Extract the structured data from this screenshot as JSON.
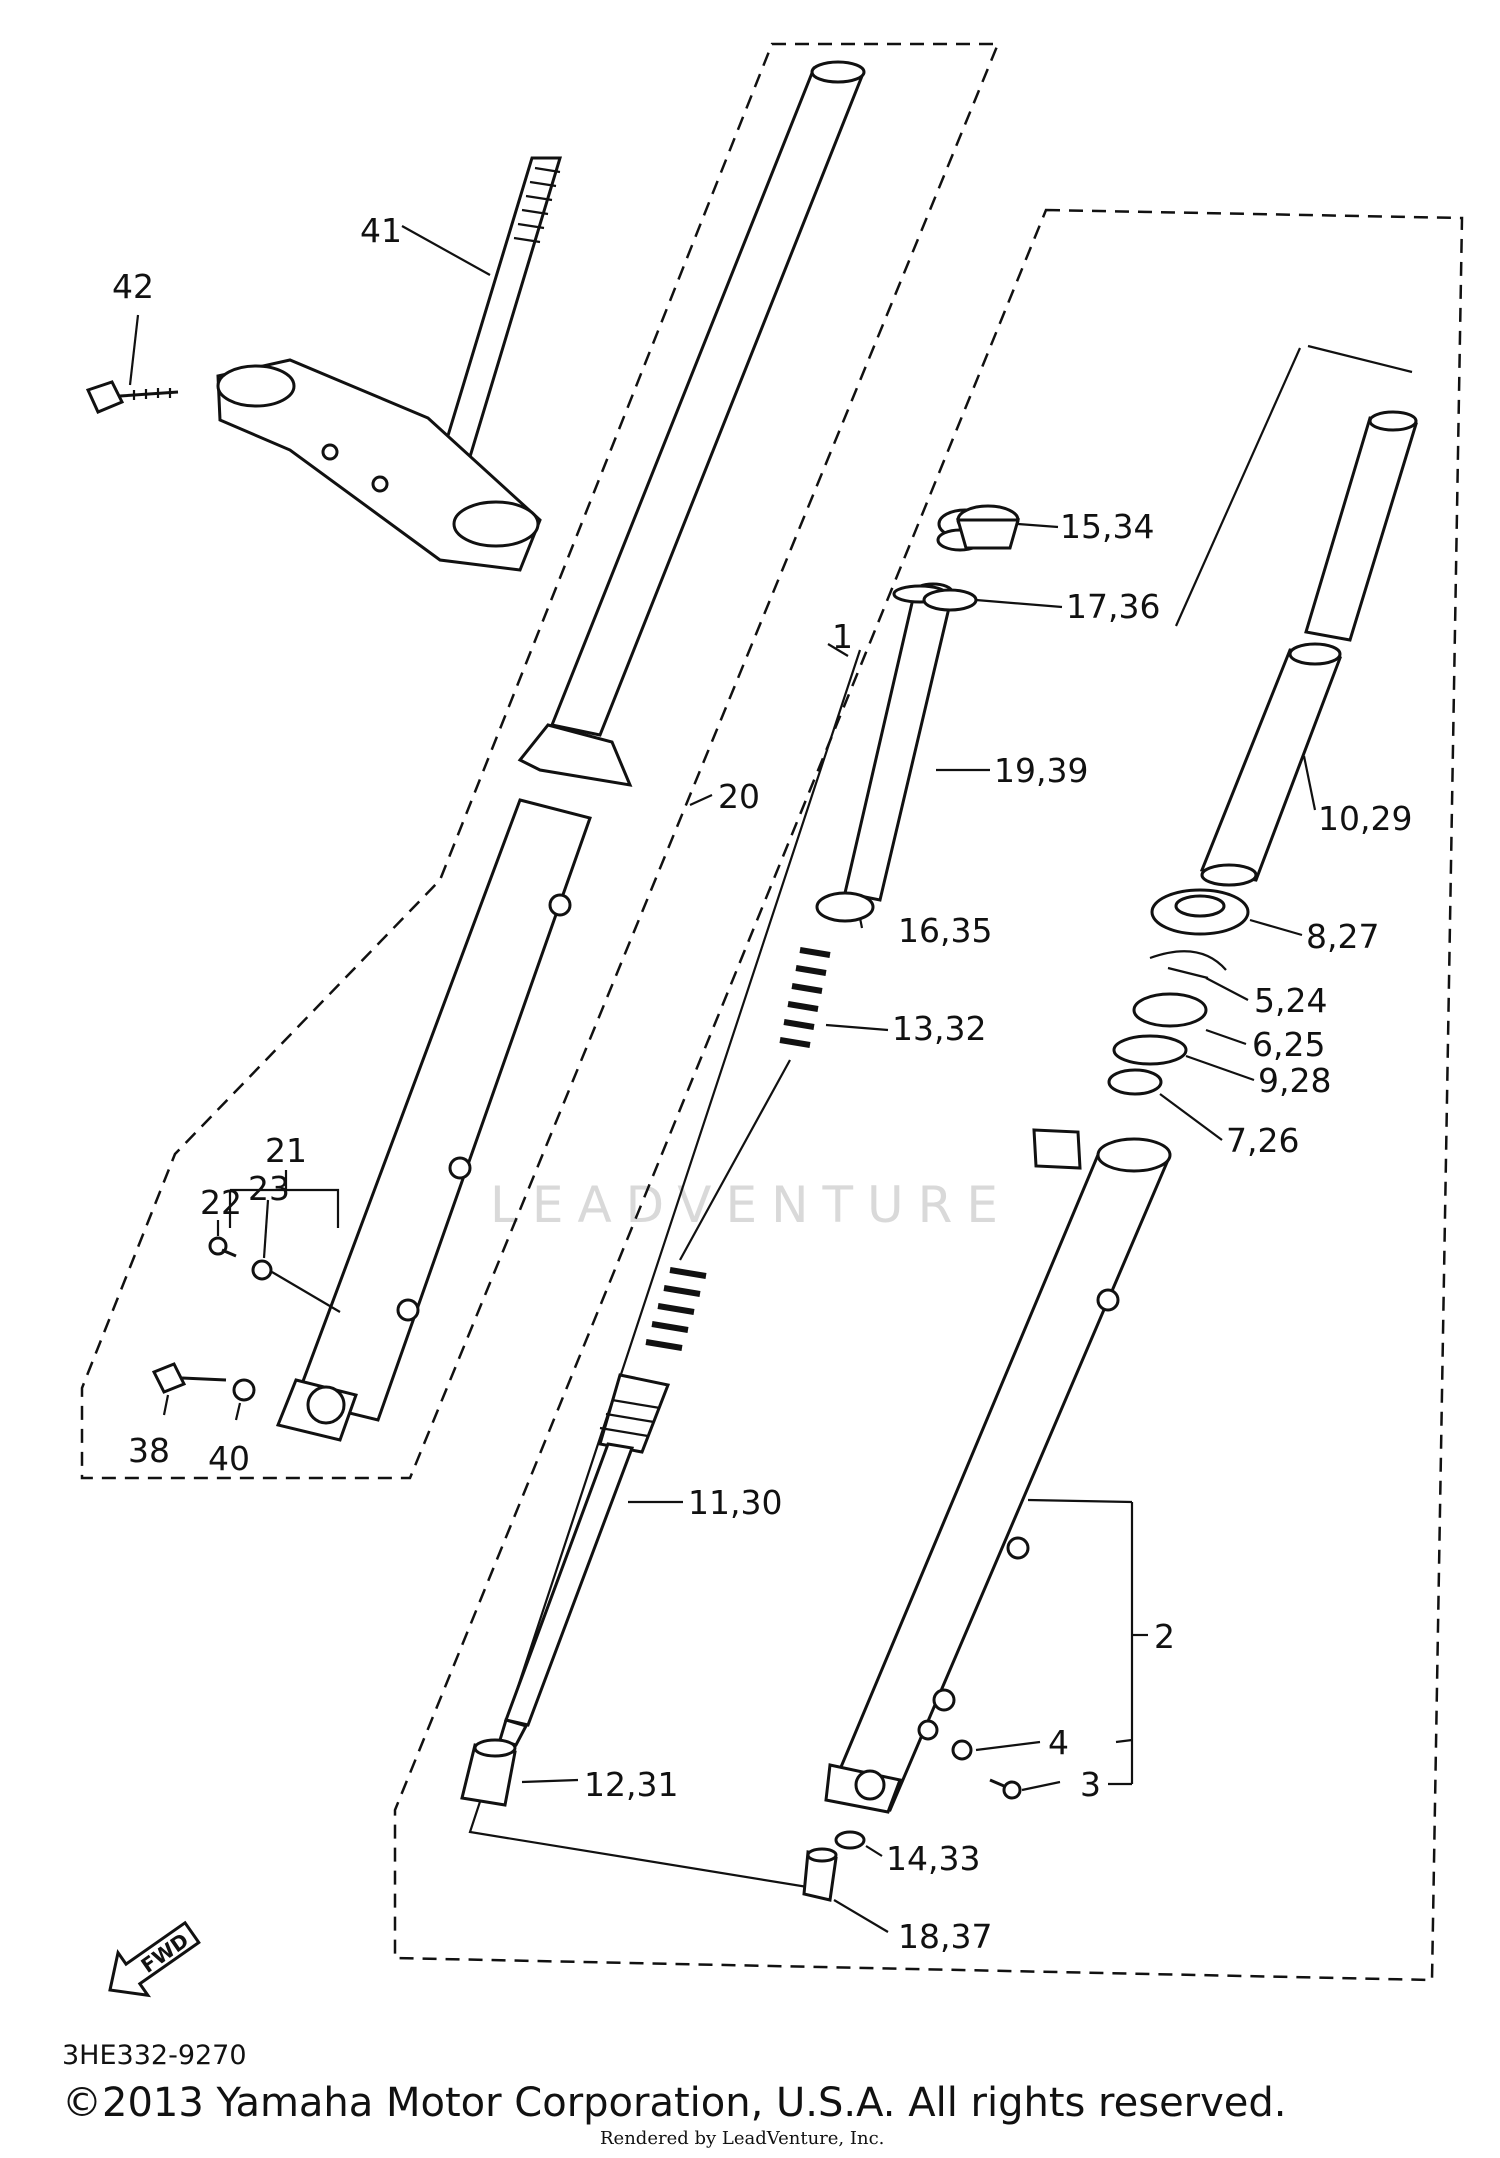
{
  "diagram": {
    "part_labels": {
      "p41": "41",
      "p42": "42",
      "p20": "20",
      "p1": "1",
      "p15_34": "15,34",
      "p17_36": "17,36",
      "p19_39": "19,39",
      "p16_35": "16,35",
      "p13_32": "13,32",
      "p10_29": "10,29",
      "p8_27": "8,27",
      "p5_24": "5,24",
      "p6_25": "6,25",
      "p9_28": "9,28",
      "p7_26": "7,26",
      "p21": "21",
      "p23": "23",
      "p22": "22",
      "p38": "38",
      "p40": "40",
      "p11_30": "11,30",
      "p2": "2",
      "p4": "4",
      "p3": "3",
      "p12_31": "12,31",
      "p14_33": "14,33",
      "p18_37": "18,37"
    },
    "fwd_arrow_label": "FWD",
    "watermark": "LEADVENTURE"
  },
  "footer": {
    "diagram_code": "3HE332-9270",
    "copyright": "©2013 Yamaha Motor Corporation, U.S.A. All rights reserved.",
    "rendered_by": "Rendered by LeadVenture, Inc."
  }
}
